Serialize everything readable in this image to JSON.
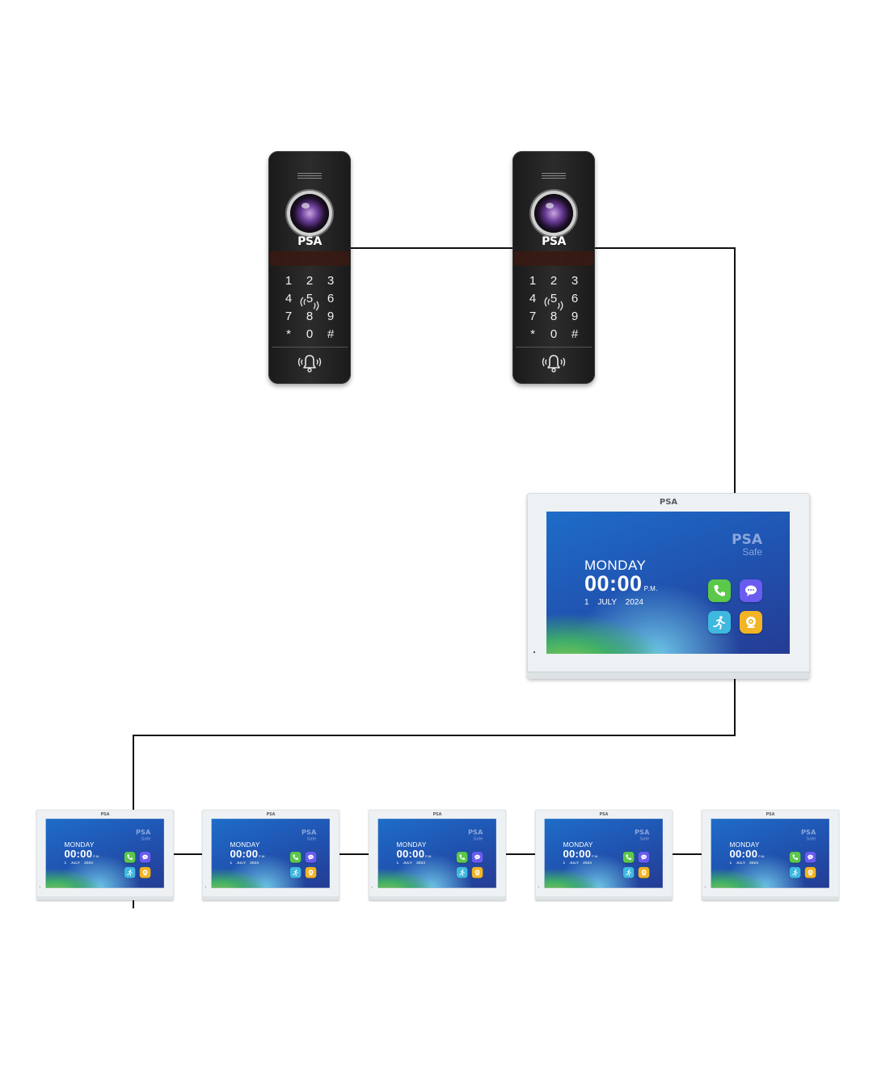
{
  "door_stations": [
    {
      "brand": "PSA",
      "keys": [
        "1",
        "2",
        "3",
        "4",
        "5",
        "6",
        "7",
        "8",
        "9",
        "*",
        "0",
        "#"
      ],
      "icons": [
        "speaker-grille-icon",
        "camera-lens-icon",
        "nfc-reader-icon",
        "bell-icon"
      ]
    },
    {
      "brand": "PSA",
      "keys": [
        "1",
        "2",
        "3",
        "4",
        "5",
        "6",
        "7",
        "8",
        "9",
        "*",
        "0",
        "#"
      ],
      "icons": [
        "speaker-grille-icon",
        "camera-lens-icon",
        "nfc-reader-icon",
        "bell-icon"
      ]
    }
  ],
  "main_monitor": {
    "bezel_brand": "PSA",
    "screen_brand": "PSA",
    "screen_brand_sub": "Safe",
    "day": "MONDAY",
    "time": "00:00",
    "period": "P.M.",
    "date": "1  JULY  2024",
    "apps": [
      {
        "icon": "phone-icon",
        "color": "#5cc84a"
      },
      {
        "icon": "chat-icon",
        "color": "#6a5cf0"
      },
      {
        "icon": "running-person-icon",
        "color": "#3fb8e0"
      },
      {
        "icon": "camera-icon",
        "color": "#f2b424"
      }
    ]
  },
  "slave_monitors": [
    {
      "bezel_brand": "PSA",
      "screen_brand": "PSA",
      "screen_brand_sub": "Safe",
      "day": "MONDAY",
      "time": "00:00",
      "period": "P.M.",
      "date": "1  JULY  2024"
    },
    {
      "bezel_brand": "PSA",
      "screen_brand": "PSA",
      "screen_brand_sub": "Safe",
      "day": "MONDAY",
      "time": "00:00",
      "period": "P.M.",
      "date": "1  JULY  2024"
    },
    {
      "bezel_brand": "PSA",
      "screen_brand": "PSA",
      "screen_brand_sub": "Safe",
      "day": "MONDAY",
      "time": "00:00",
      "period": "P.M.",
      "date": "1  JULY  2024"
    },
    {
      "bezel_brand": "PSA",
      "screen_brand": "PSA",
      "screen_brand_sub": "Safe",
      "day": "MONDAY",
      "time": "00:00",
      "period": "P.M.",
      "date": "1  JULY  2024"
    },
    {
      "bezel_brand": "PSA",
      "screen_brand": "PSA",
      "screen_brand_sub": "Safe",
      "day": "MONDAY",
      "time": "00:00",
      "period": "P.M.",
      "date": "1  JULY  2024"
    }
  ],
  "connections": [
    {
      "from": "door-station-1",
      "to": "door-station-2"
    },
    {
      "from": "door-station-2",
      "to": "main-monitor"
    },
    {
      "from": "main-monitor",
      "to": "slave-monitor-1"
    },
    {
      "from": "slave-monitor-1",
      "to": "slave-monitor-2"
    },
    {
      "from": "slave-monitor-2",
      "to": "slave-monitor-3"
    },
    {
      "from": "slave-monitor-3",
      "to": "slave-monitor-4"
    },
    {
      "from": "slave-monitor-4",
      "to": "slave-monitor-5"
    }
  ],
  "colors": {
    "wire": "#111111",
    "background": "#ffffff",
    "device_body": "#1f1f1f",
    "monitor_frame": "#eef1f3"
  }
}
